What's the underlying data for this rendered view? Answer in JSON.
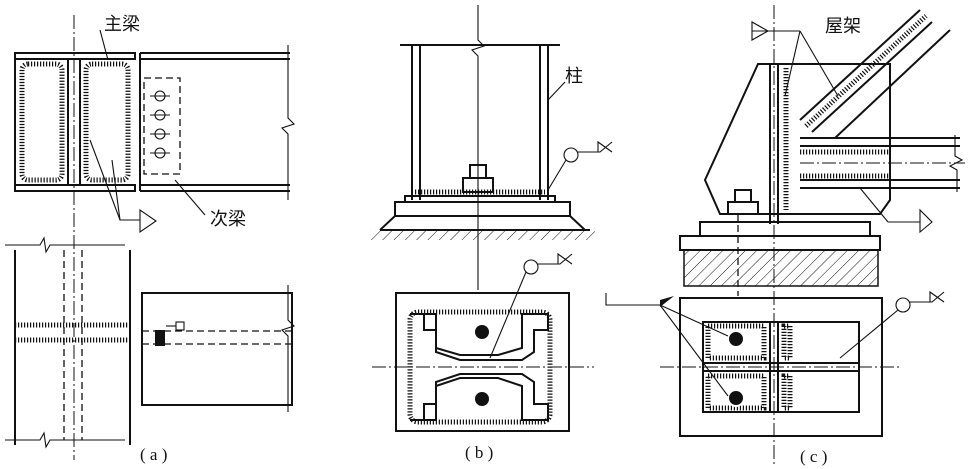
{
  "labels": {
    "main_beam": "主梁",
    "secondary_beam": "次梁",
    "column": "柱",
    "roof_truss": "屋架"
  },
  "captions": {
    "a": "( a )",
    "b": "( b )",
    "c": "( c )"
  },
  "colors": {
    "ink": "#111111",
    "paper": "#ffffff"
  }
}
